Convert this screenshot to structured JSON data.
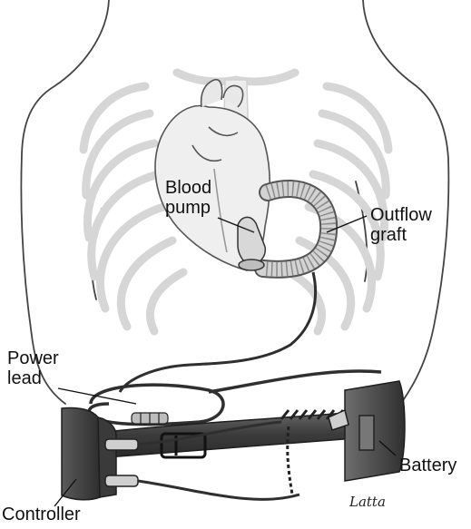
{
  "labels": {
    "blood_pump": "Blood\npump",
    "outflow_graft": "Outflow\ngraft",
    "power_lead": "Power\nlead",
    "battery": "Battery",
    "controller": "Controller"
  },
  "signature": "Latta",
  "colors": {
    "body_outline": "#444444",
    "ribcage": "#dcdcdc",
    "heart_fill": "#efefef",
    "graft": "#cfcfcf",
    "belt_dark": "#4a4a4a",
    "cable": "#2f2f2f"
  }
}
